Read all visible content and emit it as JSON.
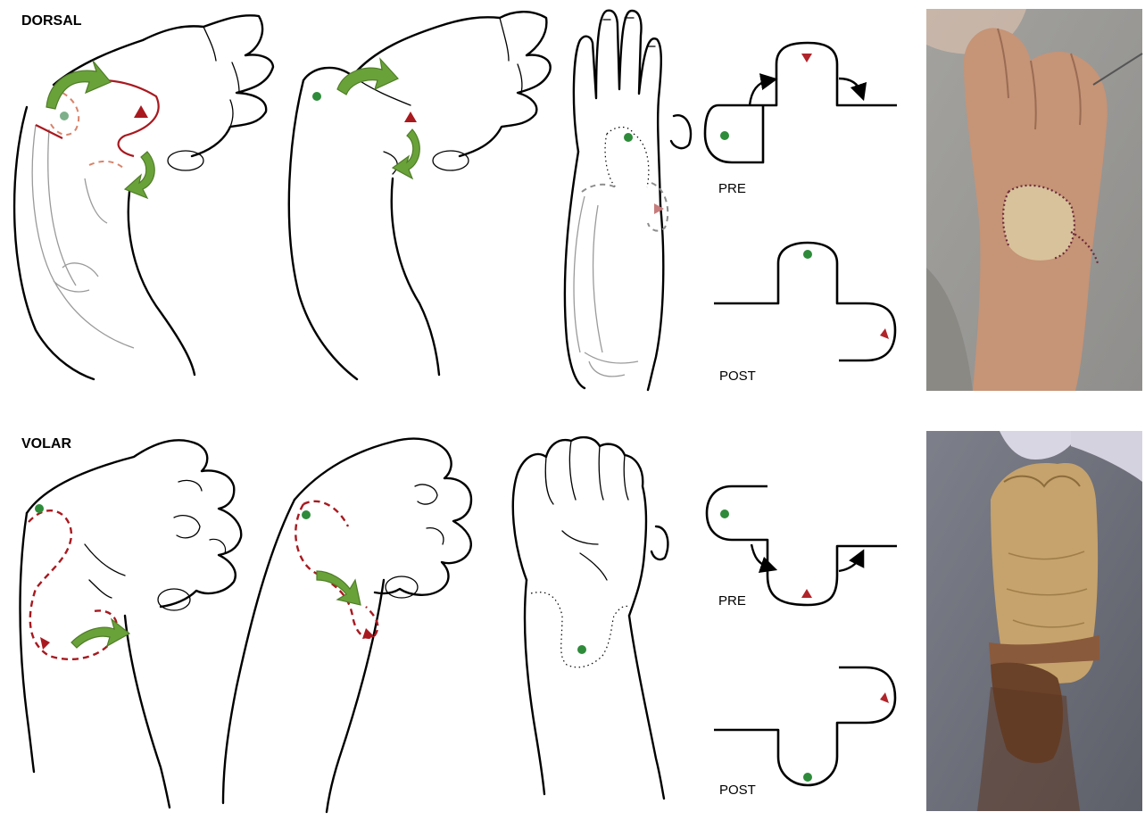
{
  "sections": {
    "dorsal": {
      "title": "DORSAL"
    },
    "volar": {
      "title": "VOLAR"
    }
  },
  "schematics": {
    "dorsal_pre": "PRE",
    "dorsal_post": "POST",
    "volar_pre": "PRE",
    "volar_post": "POST"
  },
  "markers": {
    "flap_a": {
      "shape": "circle",
      "color": "#2e8b3a"
    },
    "flap_b": {
      "shape": "triangle",
      "color": "#b0242a"
    }
  },
  "colors": {
    "arrow_green": "#6aa23a",
    "incision_red": "#a8191f",
    "rotation_arrow": "#000000"
  }
}
